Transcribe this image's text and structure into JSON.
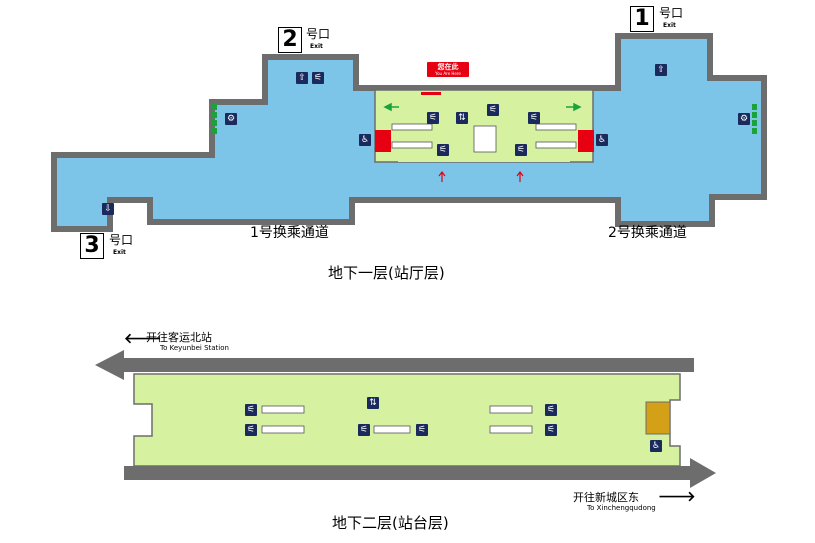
{
  "concourse": {
    "title": "地下一层(站厅层)",
    "you_are_here": {
      "cn": "您在此",
      "en": "You Are Here"
    },
    "transfer_left": "1号换乘通道",
    "transfer_right": "2号换乘通道",
    "exits": [
      {
        "num": "1",
        "cn": "号口",
        "en": "Exit"
      },
      {
        "num": "2",
        "cn": "号口",
        "en": "Exit"
      },
      {
        "num": "3",
        "cn": "号口",
        "en": "Exit"
      }
    ]
  },
  "platform": {
    "title": "地下二层(站台层)",
    "dir_left": {
      "cn": "开往客运北站",
      "en": "To Keyunbei Station"
    },
    "dir_right": {
      "cn": "开往新城区东",
      "en": "To Xinchengqudong"
    }
  },
  "colors": {
    "concourse": "#7cc4e8",
    "paid": "#d6f2a0",
    "wall": "#6d6d6d",
    "gate": "#e60012",
    "elevator": "#d4a017",
    "sign": "#1a2a5c"
  },
  "icons": {
    "stairs": "escalator-icon",
    "exit": "exit-arrow-icon",
    "toilet": "toilet-icon",
    "ticket": "ticket-machine-icon",
    "elevator": "elevator-icon"
  }
}
